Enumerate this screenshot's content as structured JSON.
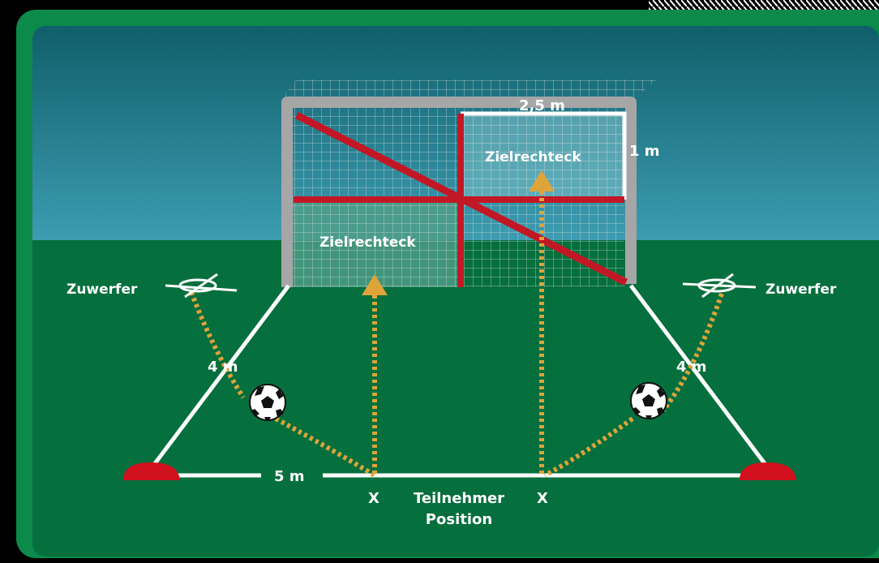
{
  "goal": {
    "top_right_width_label": "2,5 m",
    "top_right_height_label": "1 m",
    "target_upper_label": "Zielrechteck",
    "target_lower_label": "Zielrechteck"
  },
  "field": {
    "left_thrower_label": "Zuwerfer",
    "right_thrower_label": "Zuwerfer",
    "left_distance_label": "4 m",
    "right_distance_label": "4 m",
    "baseline_label": "5 m",
    "marker_left": "X",
    "marker_right": "X",
    "participant_label_line1": "Teilnehmer",
    "participant_label_line2": "Position"
  },
  "colors": {
    "frame_green": "#0b8a4a",
    "sky_top": "#0f5f6a",
    "sky_bottom": "#3d9cb1",
    "grass": "#056f3d",
    "post_gray": "#a6a6a6",
    "net_line": "#c8d6d8",
    "target_red": "#c21826",
    "path_orange": "#dea43a",
    "cone_red": "#d2101e",
    "line_white": "#ffffff",
    "target_fill": "#7fc2cc",
    "lower_target_fill": "#4d9c86"
  }
}
